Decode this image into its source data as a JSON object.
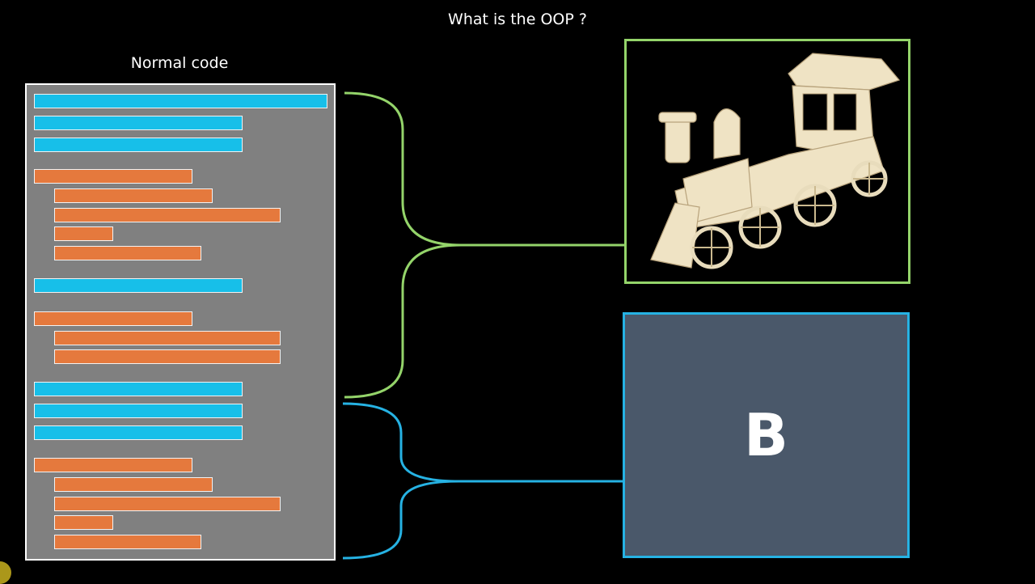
{
  "title": "What is the OOP ?",
  "code_panel": {
    "label": "Normal code",
    "lines": [
      {
        "kind": "statement",
        "indent": 0,
        "length": 1.0
      },
      {
        "kind": "statement",
        "indent": 0,
        "length": 0.71
      },
      {
        "kind": "statement",
        "indent": 0,
        "length": 0.71
      },
      {
        "kind": "function",
        "indent": 0,
        "length": 0.54
      },
      {
        "kind": "function",
        "indent": 1,
        "length": 0.54
      },
      {
        "kind": "function",
        "indent": 1,
        "length": 0.77
      },
      {
        "kind": "function",
        "indent": 1,
        "length": 0.2
      },
      {
        "kind": "function",
        "indent": 1,
        "length": 0.5
      },
      {
        "kind": "statement",
        "indent": 0,
        "length": 0.71
      },
      {
        "kind": "function",
        "indent": 0,
        "length": 0.54
      },
      {
        "kind": "function",
        "indent": 1,
        "length": 0.77
      },
      {
        "kind": "function",
        "indent": 1,
        "length": 0.77
      },
      {
        "kind": "statement",
        "indent": 0,
        "length": 0.71
      },
      {
        "kind": "statement",
        "indent": 0,
        "length": 0.71
      },
      {
        "kind": "statement",
        "indent": 0,
        "length": 0.71
      },
      {
        "kind": "function",
        "indent": 0,
        "length": 0.54
      },
      {
        "kind": "function",
        "indent": 1,
        "length": 0.54
      },
      {
        "kind": "function",
        "indent": 1,
        "length": 0.77
      },
      {
        "kind": "function",
        "indent": 1,
        "length": 0.2
      },
      {
        "kind": "function",
        "indent": 1,
        "length": 0.5
      }
    ]
  },
  "box_a": {
    "image": "wooden-toy-locomotive"
  },
  "box_b": {
    "letter": "B"
  },
  "colors": {
    "statement": "#17bfe9",
    "function": "#e5793d",
    "brace_a": "#94d46a",
    "brace_b": "#26b2e3",
    "box_b_fill": "#4a586a"
  }
}
